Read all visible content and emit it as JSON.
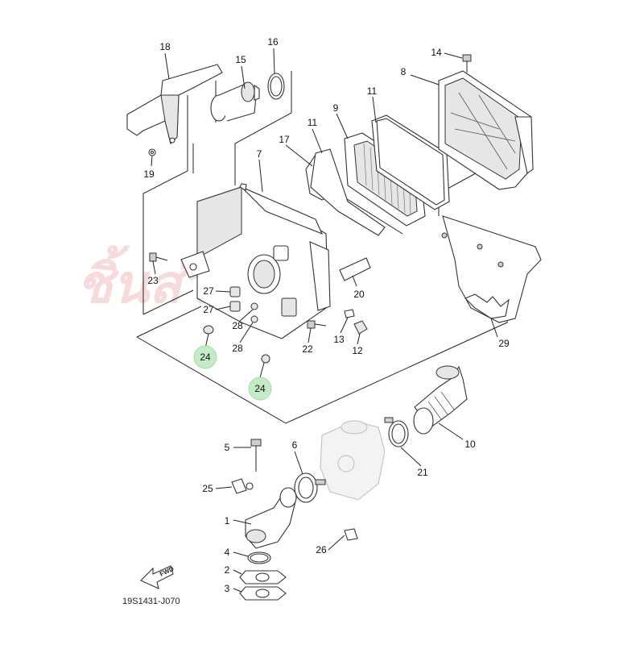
{
  "diagram": {
    "drawing_code": "19S1431-J070",
    "fwd_label": "FWD",
    "watermark_text": "ชิ้นส่วนรถ",
    "highlight_color": "#c4ecc4",
    "watermark_color": "#d8383a",
    "callouts": {
      "c1": "1",
      "c2": "2",
      "c3": "3",
      "c4": "4",
      "c5": "5",
      "c6": "6",
      "c7": "7",
      "c8": "8",
      "c9": "9",
      "c10": "10",
      "c11a": "11",
      "c11b": "11",
      "c12": "12",
      "c13": "13",
      "c14": "14",
      "c15": "15",
      "c16": "16",
      "c17": "17",
      "c18": "18",
      "c19": "19",
      "c20": "20",
      "c21": "21",
      "c22": "22",
      "c23": "23",
      "c24a": "24",
      "c24b": "24",
      "c25": "25",
      "c26": "26",
      "c27a": "27",
      "c27b": "27",
      "c28a": "28",
      "c28b": "28",
      "c29": "29"
    }
  }
}
